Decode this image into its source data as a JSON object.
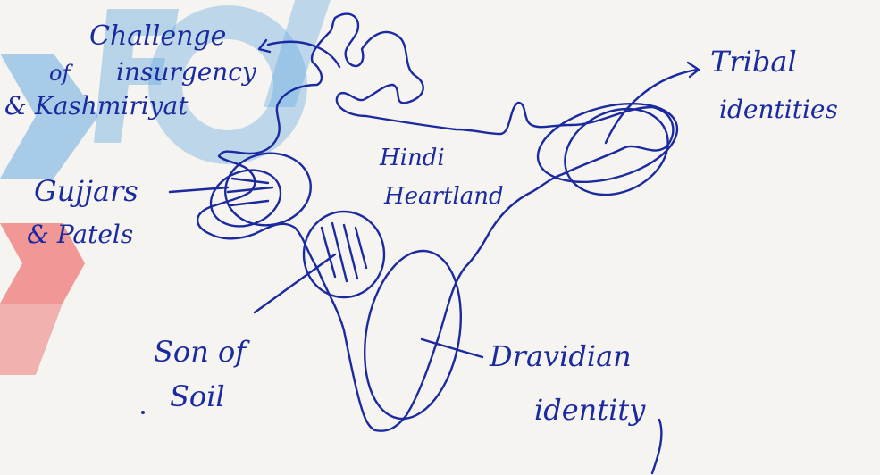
{
  "watermark": {
    "text": "FOI",
    "colors": {
      "blue": "#4a97d8",
      "red": "#ee6b6b"
    }
  },
  "ink_color": "#1b2a9e",
  "labels": {
    "challenge_line1": "Challenge",
    "challenge_line2": "insurgency",
    "challenge_line3": "& Kashmiriyat",
    "challenge_prefix": "of",
    "gujjars_line1": "Gujjars",
    "gujjars_line2": "& Patels",
    "hindi_line1": "Hindi",
    "hindi_line2": "Heartland",
    "tribal_line1": "Tribal",
    "tribal_line2": "identities",
    "son_line1": "Son of",
    "son_line2": "Soil",
    "dravidian_line1": "Dravidian",
    "dravidian_line2": "identity"
  }
}
